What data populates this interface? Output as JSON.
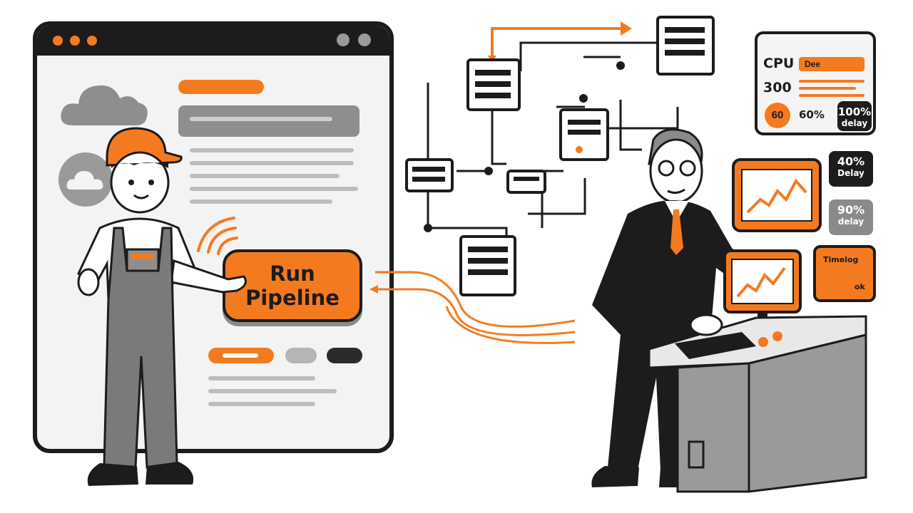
{
  "browser": {
    "button_line1": "Run",
    "button_line2": "Pipeline"
  },
  "monitor": {
    "cpu_label": "CPU",
    "cpu_tag": "Dee",
    "cpu_value": "300",
    "gauge_value": "60",
    "percent_label": "60%",
    "box1_value": "100%",
    "box1_sub": "delay",
    "box2_value": "40%",
    "box2_sub": "Delay",
    "box3_value": "90%",
    "box3_sub": "delay",
    "screen_label": "Timelog",
    "screen_sub": "ok"
  },
  "colors": {
    "accent": "#f47a20",
    "ink": "#1c1c1c",
    "grey": "#8a8a8a"
  }
}
